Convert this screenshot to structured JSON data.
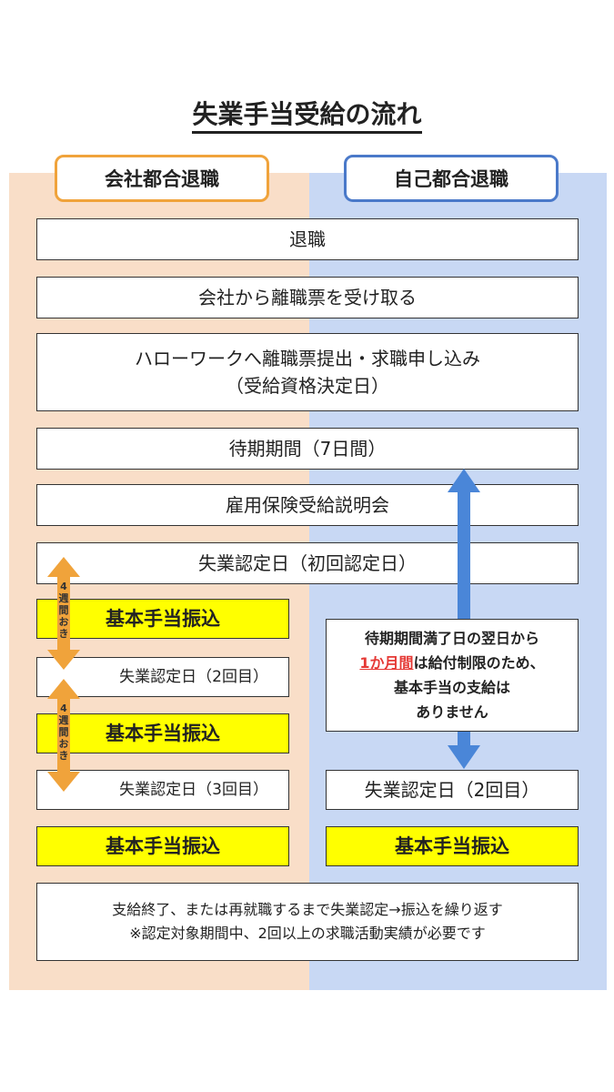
{
  "title": "失業手当受給の流れ",
  "headers": {
    "left": "会社都合退職",
    "right": "自己都合退職"
  },
  "shared_steps": [
    "退職",
    "会社から離職票を受け取る",
    "ハローワークへ離職票提出・求職申し込み",
    "（受給資格決定日）",
    "待期期間（7日間）",
    "雇用保険受給説明会",
    "失業認定日（初回認定日）"
  ],
  "left_column": {
    "payment_label": "基本手当振込",
    "certification_2": "失業認定日（2回目）",
    "certification_3": "失業認定日（3回目）",
    "interval_label": [
      "4",
      "週",
      "間",
      "お",
      "き"
    ]
  },
  "right_column": {
    "note_line1": "待期期間満了日の翌日から",
    "note_red": "1か月間",
    "note_line2_rest": "は給付制限のため、",
    "note_line3": "基本手当の支給は",
    "note_line4": "ありません",
    "certification_2": "失業認定日（2回目）",
    "payment_label": "基本手当振込"
  },
  "footer": {
    "line1": "支給終了、または再就職するまで失業認定→振込を繰り返す",
    "line2": "※認定対象期間中、2回以上の求職活動実績が必要です"
  },
  "colors": {
    "left_bg": "#f9dec8",
    "right_bg": "#c8d8f4",
    "left_accent": "#f0a33b",
    "right_accent": "#4a79c9",
    "payment_bg": "#ffff00",
    "highlight": "#e53935"
  }
}
